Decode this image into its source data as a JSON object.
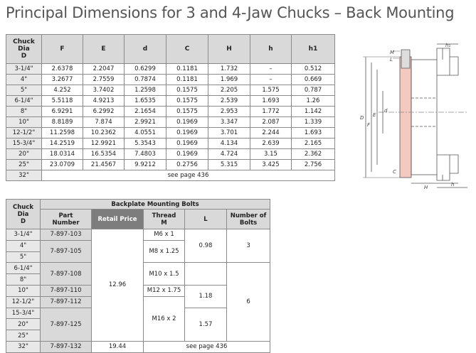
{
  "title": "Principal Dimensions for 3 and 4-Jaw Chucks – Back Mounting",
  "dims_table": {
    "headers": [
      "Chuck\nDia\nD",
      "F",
      "E",
      "d",
      "C",
      "H",
      "h",
      "h1"
    ],
    "rows": [
      [
        "3-1/4\"",
        "2.6378",
        "2.2047",
        "0.6299",
        "0.1181",
        "1.732",
        "–",
        "0.512"
      ],
      [
        "4\"",
        "3.2677",
        "2.7559",
        "0.7874",
        "0.1181",
        "1.969",
        "–",
        "0.669"
      ],
      [
        "5\"",
        "4.252",
        "3.7402",
        "1.2598",
        "0.1575",
        "2.205",
        "1.575",
        "0.787"
      ],
      [
        "6-1/4\"",
        "5.5118",
        "4.9213",
        "1.6535",
        "0.1575",
        "2.539",
        "1.693",
        "1.26"
      ],
      [
        "8\"",
        "6.9291",
        "6.2992",
        "2.1654",
        "0.1575",
        "2.953",
        "1.772",
        "1.142"
      ],
      [
        "10\"",
        "8.8189",
        "7.874",
        "2.9921",
        "0.1969",
        "3.347",
        "2.087",
        "1.339"
      ],
      [
        "12-1/2\"",
        "11.2598",
        "10.2362",
        "4.0551",
        "0.1969",
        "3.701",
        "2.244",
        "1.693"
      ],
      [
        "15-3/4\"",
        "14.2519",
        "12.9921",
        "5.3543",
        "0.1969",
        "4.134",
        "2.639",
        "2.165"
      ],
      [
        "20\"",
        "18.0314",
        "16.5354",
        "7.4803",
        "0.1969",
        "4.724",
        "3.15",
        "2.362"
      ],
      [
        "25\"",
        "23.0709",
        "21.4567",
        "9.9212",
        "0.2756",
        "5.315",
        "3.425",
        "2.756"
      ]
    ],
    "last_row": {
      "size": "32\"",
      "note": "see page 436"
    }
  },
  "bolts_table": {
    "chuck_header": "Chuck\nDia\nD",
    "group_header": "Backplate Mounting Bolts",
    "col_headers": {
      "part": "Part\nNumber",
      "retail": "Retail Price",
      "thread": "Thread\nM",
      "l": "L",
      "bolts": "Number of\nBolts"
    },
    "sizes": [
      "3-1/4\"",
      "4\"",
      "5\"",
      "6-1/4\"",
      "8\"",
      "10\"",
      "12-1/2\"",
      "15-3/4\"",
      "20\"",
      "25\"",
      "32\""
    ],
    "parts": [
      "7-897-103",
      "7-897-105",
      "7-897-108",
      "7-897-110",
      "7-897-112",
      "7-897-125",
      "7-897-132"
    ],
    "price_main": "12.96",
    "price_last": "19.44",
    "threads": [
      "M6 x 1",
      "M8 x 1.25",
      "M10 x 1.5",
      "M12 x 1.75",
      "M16 x 2"
    ],
    "lengths": [
      "0.98",
      "1.18",
      "1.57"
    ],
    "bolt_counts": [
      "3",
      "6"
    ],
    "last_note": "see page 436"
  },
  "drawing_labels": {
    "h1": "h₁",
    "h": "h",
    "H": "H",
    "C": "C",
    "D": "D",
    "F": "F",
    "E": "E",
    "d": "d",
    "M": "M",
    "L": "L"
  }
}
